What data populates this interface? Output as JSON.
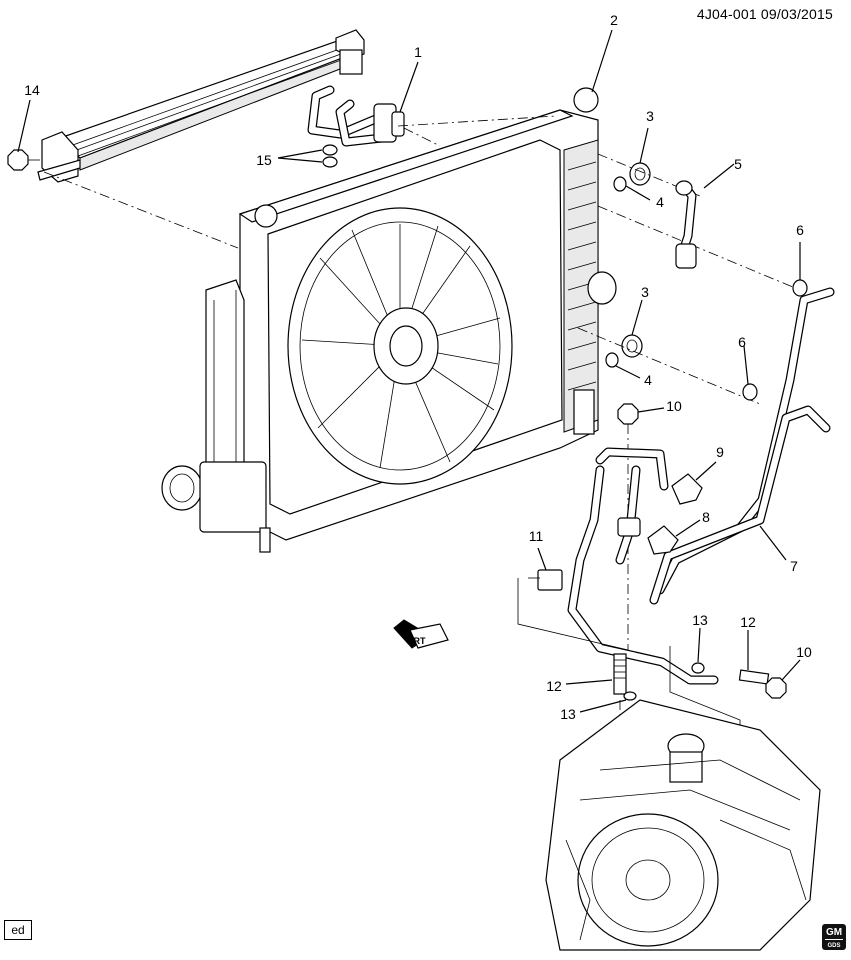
{
  "header": {
    "code": "4J04-001 09/03/2015"
  },
  "callouts": {
    "c1": "1",
    "c2": "2",
    "c3a": "3",
    "c3b": "3",
    "c4a": "4",
    "c4b": "4",
    "c5": "5",
    "c6a": "6",
    "c6b": "6",
    "c7": "7",
    "c8": "8",
    "c9": "9",
    "c10a": "10",
    "c10b": "10",
    "c11": "11",
    "c12a": "12",
    "c12b": "12",
    "c13a": "13",
    "c13b": "13",
    "c14": "14",
    "c15": "15"
  },
  "direction_label": "FRT",
  "corner_tag": "ed",
  "logo": {
    "main": "GM",
    "sub": "GDS"
  }
}
